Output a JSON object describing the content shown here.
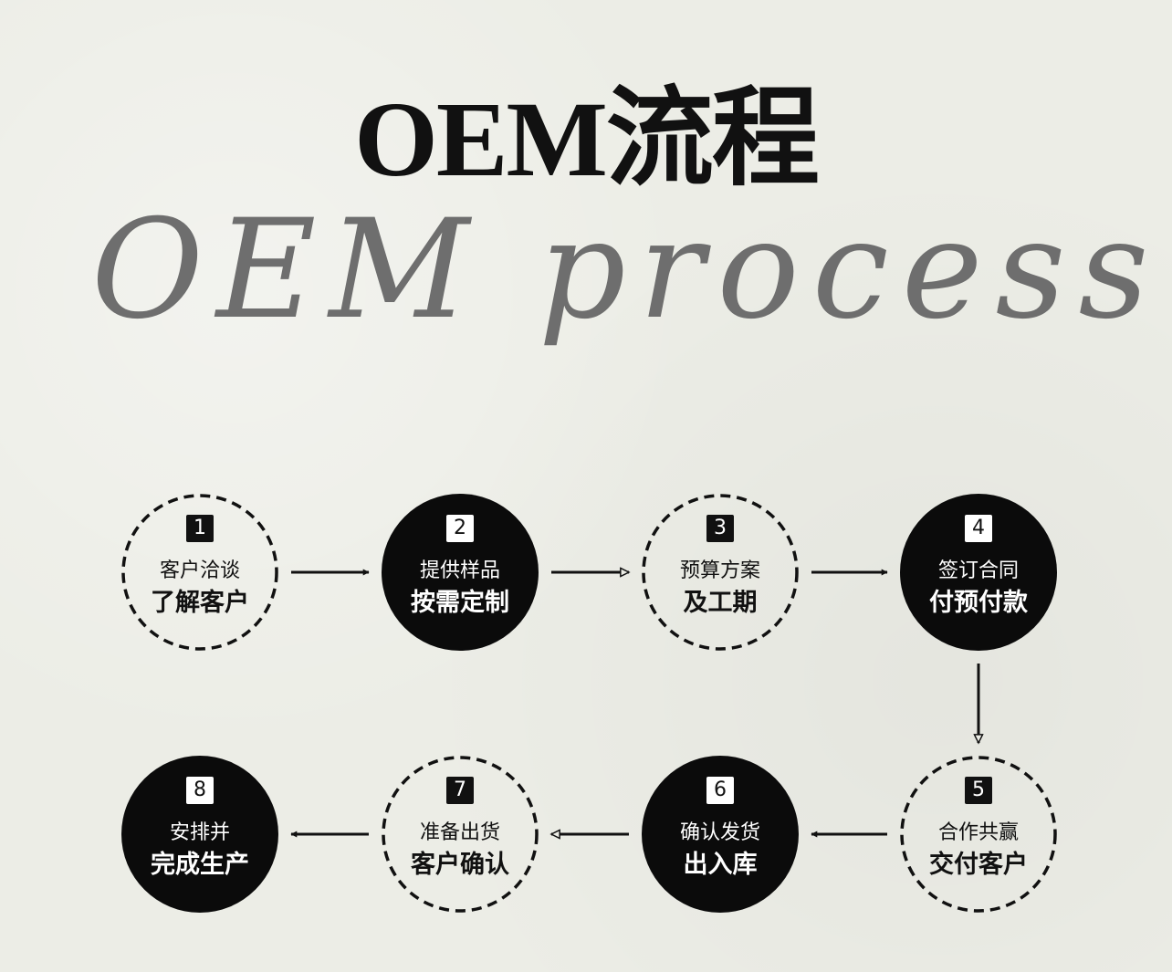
{
  "header": {
    "title": "OEM流程",
    "subtitle": "OEM process"
  },
  "steps": [
    {
      "number": "1",
      "line1": "客户洽谈",
      "line2": "了解客户",
      "style": "dashed"
    },
    {
      "number": "2",
      "line1": "提供样品",
      "line2": "按需定制",
      "style": "solid"
    },
    {
      "number": "3",
      "line1": "预算方案",
      "line2": "及工期",
      "style": "dashed"
    },
    {
      "number": "4",
      "line1": "签订合同",
      "line2": "付预付款",
      "style": "solid"
    },
    {
      "number": "5",
      "line1": "合作共赢",
      "line2": "交付客户",
      "style": "dashed"
    },
    {
      "number": "6",
      "line1": "确认发货",
      "line2": "出入库",
      "style": "solid"
    },
    {
      "number": "7",
      "line1": "准备出货",
      "line2": "客户确认",
      "style": "dashed"
    },
    {
      "number": "8",
      "line1": "安排并",
      "line2": "完成生产",
      "style": "solid"
    }
  ],
  "connectors": [
    {
      "from": "1",
      "to": "2",
      "head": "filled"
    },
    {
      "from": "2",
      "to": "3",
      "head": "open"
    },
    {
      "from": "3",
      "to": "4",
      "head": "filled"
    },
    {
      "from": "4",
      "to": "5",
      "head": "open"
    },
    {
      "from": "5",
      "to": "6",
      "head": "filled"
    },
    {
      "from": "6",
      "to": "7",
      "head": "open"
    },
    {
      "from": "7",
      "to": "8",
      "head": "filled"
    }
  ]
}
